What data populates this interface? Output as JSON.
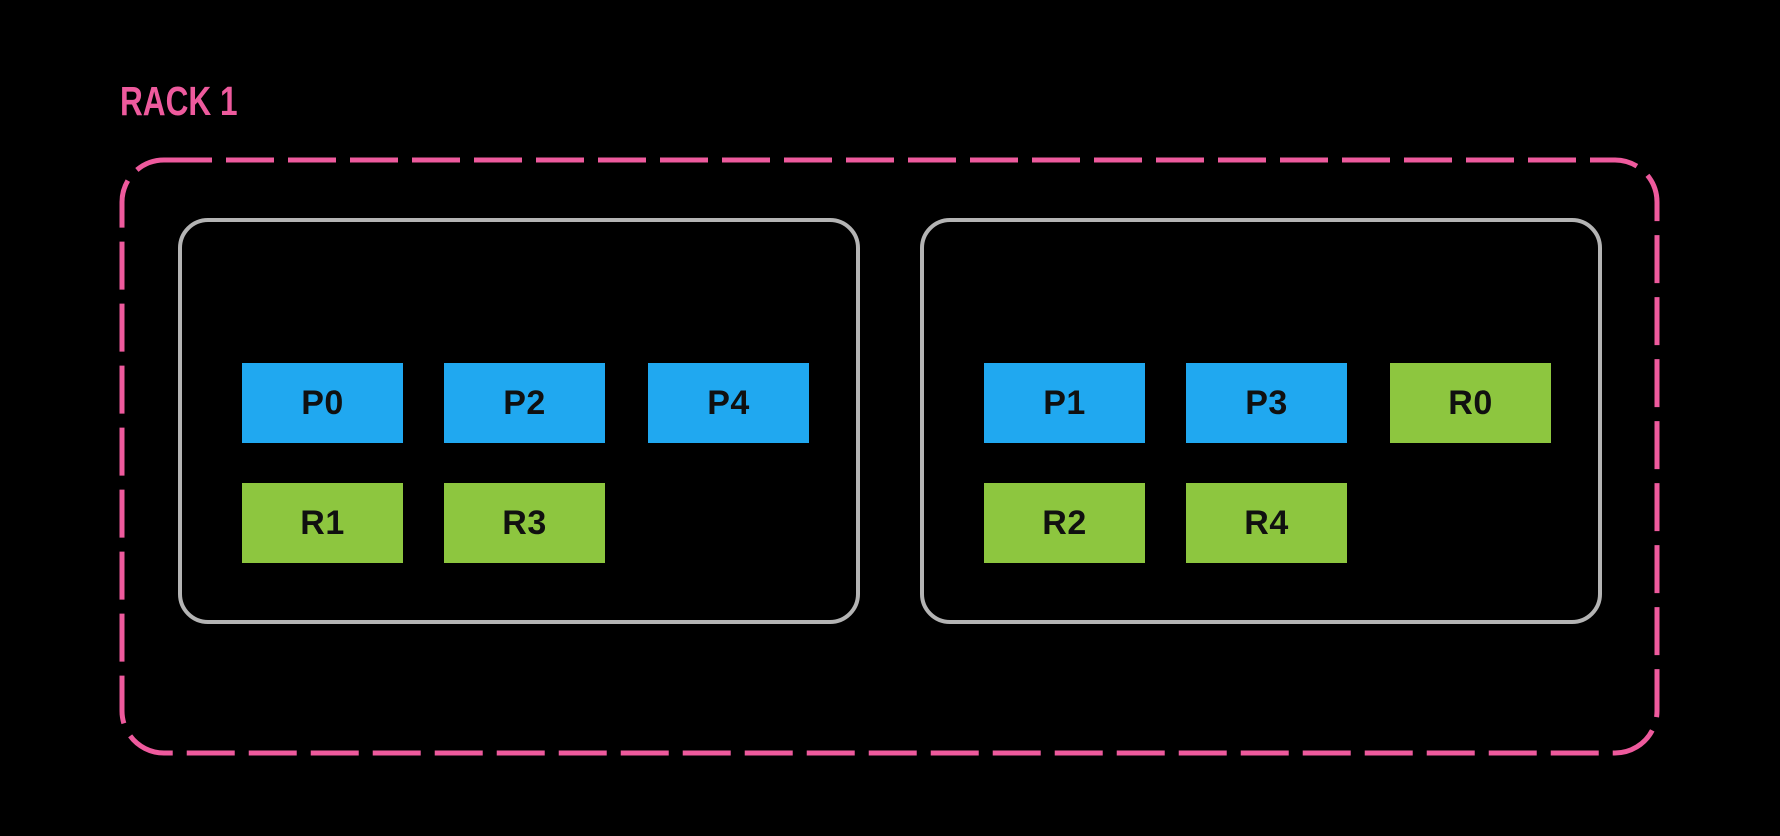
{
  "rack": {
    "label": "RACK 1",
    "label_color": "#EE5A9D",
    "border_color": "#EE5A9D",
    "nodes": [
      {
        "rows": [
          {
            "chips": [
              {
                "label": "P0",
                "type": "process"
              },
              {
                "label": "P2",
                "type": "process"
              },
              {
                "label": "P4",
                "type": "process"
              }
            ]
          },
          {
            "chips": [
              {
                "label": "R1",
                "type": "replica"
              },
              {
                "label": "R3",
                "type": "replica"
              }
            ]
          }
        ]
      },
      {
        "rows": [
          {
            "chips": [
              {
                "label": "P1",
                "type": "process"
              },
              {
                "label": "P3",
                "type": "process"
              },
              {
                "label": "R0",
                "type": "replica"
              }
            ]
          },
          {
            "chips": [
              {
                "label": "R2",
                "type": "replica"
              },
              {
                "label": "R4",
                "type": "replica"
              }
            ]
          }
        ]
      }
    ]
  },
  "colors": {
    "background": "#000000",
    "process_fill": "#20A8F0",
    "replica_fill": "#8DC63F",
    "rack_border": "#EE5A9D",
    "node_border": "#B4B4B4",
    "chip_text": "#101010"
  }
}
